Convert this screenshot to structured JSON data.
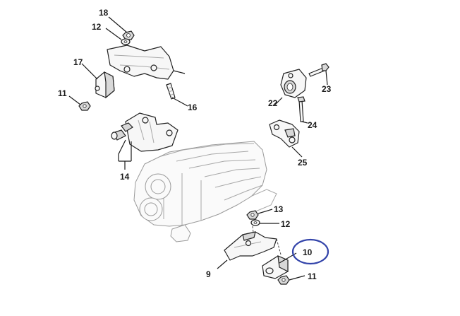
{
  "callouts": {
    "c18": "18",
    "c12_top": "12",
    "c17": "17",
    "c11_top": "11",
    "c16": "16",
    "c14": "14",
    "c22": "22",
    "c23": "23",
    "c24": "24",
    "c25": "25",
    "c13": "13",
    "c12_bottom": "12",
    "c10": "10",
    "c9": "9",
    "c11_bottom": "11"
  },
  "highlight": {
    "callout": "10",
    "color": "#3344aa"
  }
}
